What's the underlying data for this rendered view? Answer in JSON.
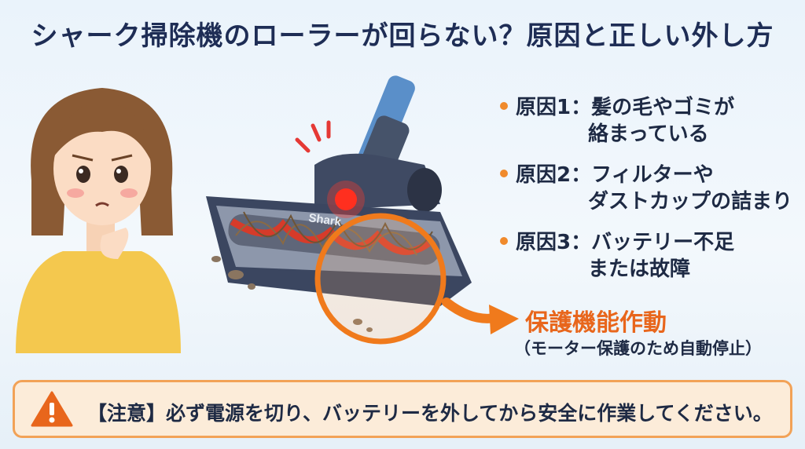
{
  "title": "シャーク掃除機のローラーが回らない？原因と正しい外し方",
  "causes": [
    {
      "line1": "原因1：髪の毛やゴミが",
      "line2": "絡まっている"
    },
    {
      "line1": "原因2：フィルターや",
      "line2": "ダストカップの詰まり"
    },
    {
      "line1": "原因3：バッテリー不足",
      "line2": "または故障"
    }
  ],
  "protection": {
    "label": "保護機能作動",
    "sub": "（モーター保護のため自動停止）"
  },
  "warning": {
    "text": "【注意】必ず電源を切り、バッテリーを外してから安全に作業してください。",
    "icon": "warning-triangle-icon"
  },
  "vacuum_brand": "Shark",
  "colors": {
    "title": "#1e2d55",
    "accent": "#f08a2c",
    "warning_bg": "#fcecd9",
    "warning_border": "#f2a257",
    "protect": "#e8661c"
  }
}
